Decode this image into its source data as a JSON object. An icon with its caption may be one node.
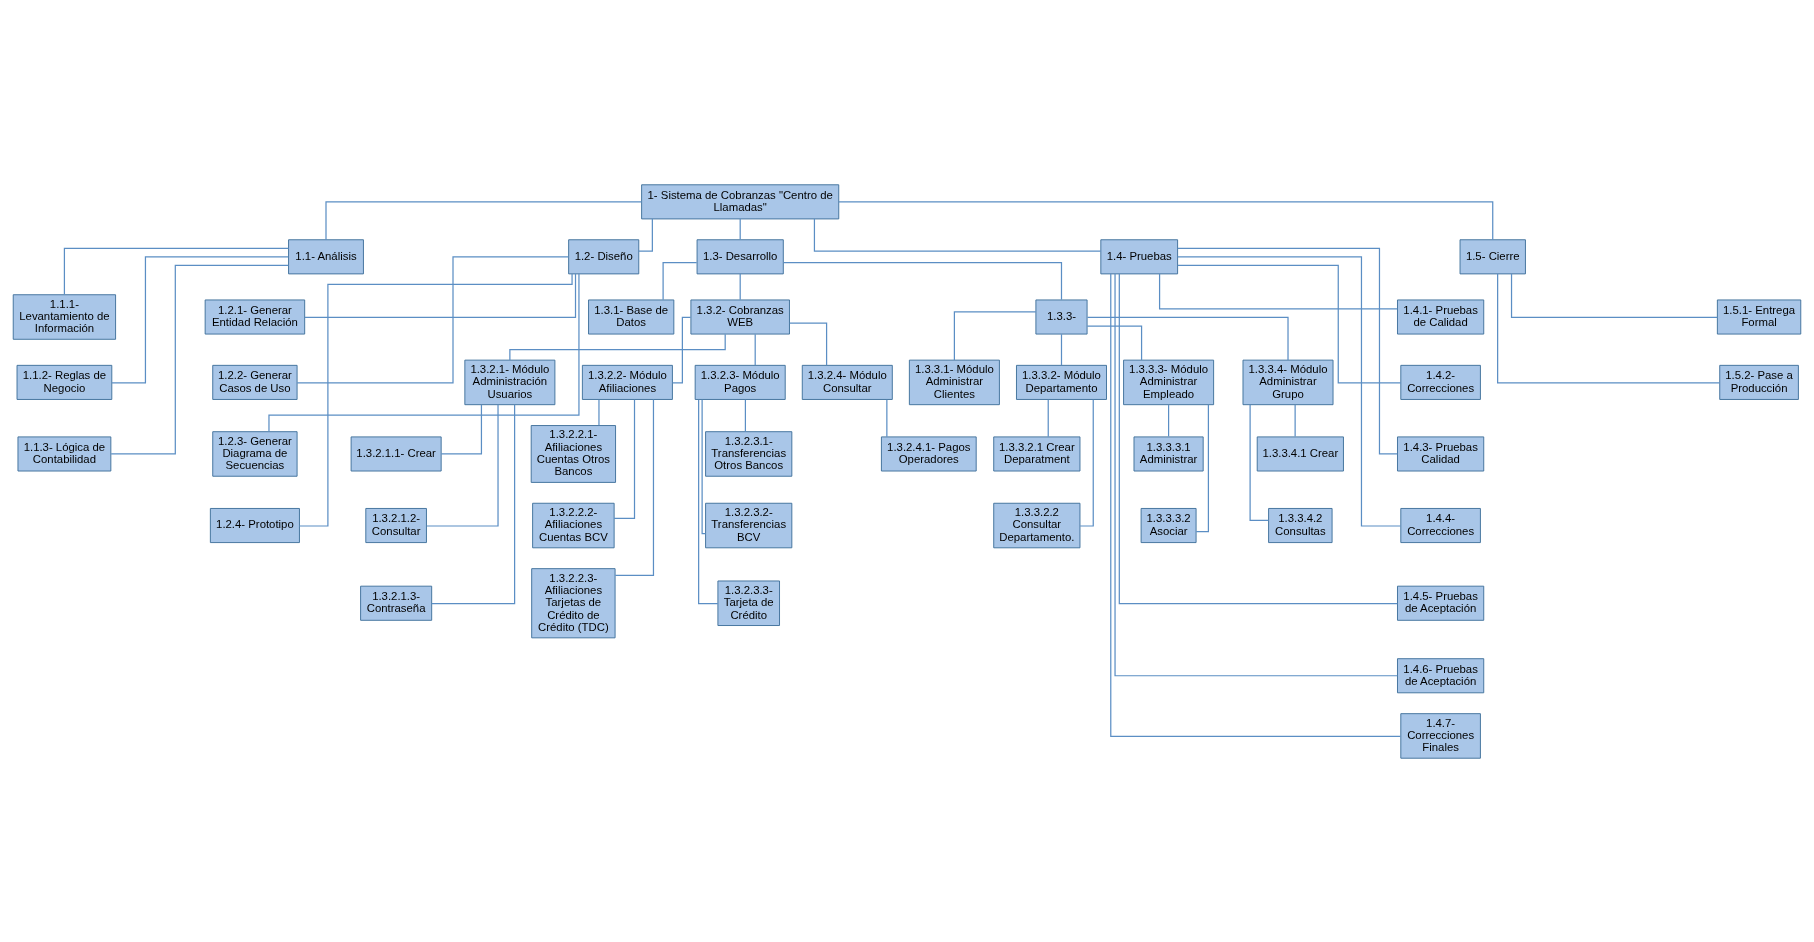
{
  "diagram": {
    "nodes": [
      {
        "text": [
          "1- Sistema de Cobranzas \"Centro de Llamadas\""
        ]
      },
      {
        "text": [
          "1.1- Análisis"
        ]
      },
      {
        "text": [
          "1.1.1- Levantamiento de Información"
        ]
      },
      {
        "text": [
          "1.1.2- Reglas de Negocio"
        ]
      },
      {
        "text": [
          "1.1.3- Lógica de Contabilidad"
        ]
      },
      {
        "text": [
          "1.2- Diseño"
        ]
      },
      {
        "text": [
          "1.2.1- Generar Entidad Relación"
        ]
      },
      {
        "text": [
          "1.2.2- Generar Casos de Uso"
        ]
      },
      {
        "text": [
          "1.2.3- Generar Diagrama de Secuencias"
        ]
      },
      {
        "text": [
          "1.2.4- Prototipo"
        ]
      },
      {
        "text": [
          "1.3- Desarrollo"
        ]
      },
      {
        "text": [
          "1.3.1- Base de Datos"
        ]
      },
      {
        "text": [
          "1.3.2- Cobranzas WEB"
        ]
      },
      {
        "text": [
          "1.3.2.1- Módulo Administración Usuarios"
        ]
      },
      {
        "text": [
          "1.3.2.1.1- Crear"
        ]
      },
      {
        "text": [
          "1.3.2.1.2- Consultar"
        ]
      },
      {
        "text": [
          "1.3.2.1.3- Contraseña"
        ]
      },
      {
        "text": [
          "1.3.2.2- Módulo Afiliaciones"
        ]
      },
      {
        "text": [
          "1.3.2.2.1- Afiliaciones Cuentas Otros Bancos"
        ]
      },
      {
        "text": [
          "1.3.2.2.2- Afiliaciones Cuentas BCV"
        ]
      },
      {
        "text": [
          "1.3.2.2.3- Afiliaciones Tarjetas de Crédito de Crédito (TDC)"
        ]
      },
      {
        "text": [
          "1.3.2.3- Módulo Pagos"
        ]
      },
      {
        "text": [
          "1.3.2.3.1- Transferencias Otros Bancos"
        ]
      },
      {
        "text": [
          "1.3.2.3.2- Transferencias BCV"
        ]
      },
      {
        "text": [
          "1.3.2.3.3- Tarjeta de Crédito"
        ]
      },
      {
        "text": [
          "1.3.2.4- Módulo Consultar"
        ]
      },
      {
        "text": [
          "1.3.2.4.1- Pagos Operadores"
        ]
      },
      {
        "text": [
          "1.3.3-"
        ]
      },
      {
        "text": [
          "1.3.3.1- Módulo Administrar Clientes"
        ]
      },
      {
        "text": [
          "1.3.3.2- Módulo Departamento"
        ]
      },
      {
        "text": [
          "1.3.3.2.1 Crear Deparatment"
        ]
      },
      {
        "text": [
          "1.3.3.2.2 Consultar Departamento."
        ]
      },
      {
        "text": [
          "1.3.3.3- Módulo Administrar Empleado"
        ]
      },
      {
        "text": [
          "1.3.3.3.1 Administrar"
        ]
      },
      {
        "text": [
          "1.3.3.3.2 Asociar"
        ]
      },
      {
        "text": [
          "1.3.3.4- Módulo Administrar Grupo"
        ]
      },
      {
        "text": [
          "1.3.3.4.1 Crear"
        ]
      },
      {
        "text": [
          "1.3.3.4.2 Consultas"
        ]
      },
      {
        "text": [
          "1.4- Pruebas"
        ]
      },
      {
        "text": [
          "1.4.1- Pruebas de Calidad"
        ]
      },
      {
        "text": [
          "1.4.2- Correcciones"
        ]
      },
      {
        "text": [
          "1.4.3- Pruebas Calidad"
        ]
      },
      {
        "text": [
          "1.4.4- Correcciones"
        ]
      },
      {
        "text": [
          "1.4.5- Pruebas de Aceptación"
        ]
      },
      {
        "text": [
          "1.4.6- Pruebas de Aceptación"
        ]
      },
      {
        "text": [
          "1.4.7- Correcciones Finales"
        ]
      },
      {
        "text": [
          "1.5- Cierre"
        ]
      },
      {
        "text": [
          "1.5.1- Entrega Formal"
        ]
      },
      {
        "text": [
          "1.5.2- Pase a Producción"
        ]
      }
    ],
    "edges": [
      {
        "from": 0,
        "to": 1,
        "arrow": "none"
      },
      {
        "from": 0,
        "to": 5,
        "arrow": "none"
      },
      {
        "from": 0,
        "to": 10,
        "arrow": "none"
      },
      {
        "from": 0,
        "to": 38,
        "arrow": "none"
      },
      {
        "from": 0,
        "to": 46,
        "arrow": "none"
      },
      {
        "from": 1,
        "to": 2,
        "arrow": "none"
      },
      {
        "from": 1,
        "to": 3,
        "arrow": "none"
      },
      {
        "from": 1,
        "to": 4,
        "arrow": "none"
      },
      {
        "from": 5,
        "to": 6,
        "arrow": "none"
      },
      {
        "from": 5,
        "to": 7,
        "arrow": "none"
      },
      {
        "from": 5,
        "to": 8,
        "arrow": "none"
      },
      {
        "from": 5,
        "to": 9,
        "arrow": "none"
      },
      {
        "from": 10,
        "to": 11,
        "arrow": "none"
      },
      {
        "from": 10,
        "to": 12,
        "arrow": "none"
      },
      {
        "from": 10,
        "to": 27,
        "arrow": "none"
      },
      {
        "from": 12,
        "to": 13,
        "arrow": "none"
      },
      {
        "from": 12,
        "to": 17,
        "arrow": "none"
      },
      {
        "from": 12,
        "to": 21,
        "arrow": "none"
      },
      {
        "from": 12,
        "to": 25,
        "arrow": "none"
      },
      {
        "from": 13,
        "to": 14,
        "arrow": "none"
      },
      {
        "from": 13,
        "to": 15,
        "arrow": "none"
      },
      {
        "from": 13,
        "to": 16,
        "arrow": "none"
      },
      {
        "from": 17,
        "to": 18,
        "arrow": "none"
      },
      {
        "from": 17,
        "to": 19,
        "arrow": "none"
      },
      {
        "from": 17,
        "to": 20,
        "arrow": "none"
      },
      {
        "from": 21,
        "to": 22,
        "arrow": "none"
      },
      {
        "from": 21,
        "to": 23,
        "arrow": "none"
      },
      {
        "from": 21,
        "to": 24,
        "arrow": "none"
      },
      {
        "from": 25,
        "to": 26,
        "arrow": "none"
      },
      {
        "from": 27,
        "to": 28,
        "arrow": "none"
      },
      {
        "from": 27,
        "to": 29,
        "arrow": "none"
      },
      {
        "from": 27,
        "to": 32,
        "arrow": "none"
      },
      {
        "from": 27,
        "to": 35,
        "arrow": "none"
      },
      {
        "from": 29,
        "to": 30,
        "arrow": "none"
      },
      {
        "from": 29,
        "to": 31,
        "arrow": "none"
      },
      {
        "from": 32,
        "to": 33,
        "arrow": "none"
      },
      {
        "from": 32,
        "to": 34,
        "arrow": "none"
      },
      {
        "from": 35,
        "to": 36,
        "arrow": "none"
      },
      {
        "from": 35,
        "to": 37,
        "arrow": "none"
      },
      {
        "from": 38,
        "to": 39,
        "arrow": "none"
      },
      {
        "from": 38,
        "to": 40,
        "arrow": "none"
      },
      {
        "from": 38,
        "to": 41,
        "arrow": "none"
      },
      {
        "from": 38,
        "to": 42,
        "arrow": "none"
      },
      {
        "from": 38,
        "to": 43,
        "arrow": "none"
      },
      {
        "from": 38,
        "to": 44,
        "arrow": "none"
      },
      {
        "from": 38,
        "to": 45,
        "arrow": "none"
      },
      {
        "from": 46,
        "to": 47,
        "arrow": "none"
      },
      {
        "from": 46,
        "to": 48,
        "arrow": "none"
      }
    ]
  }
}
